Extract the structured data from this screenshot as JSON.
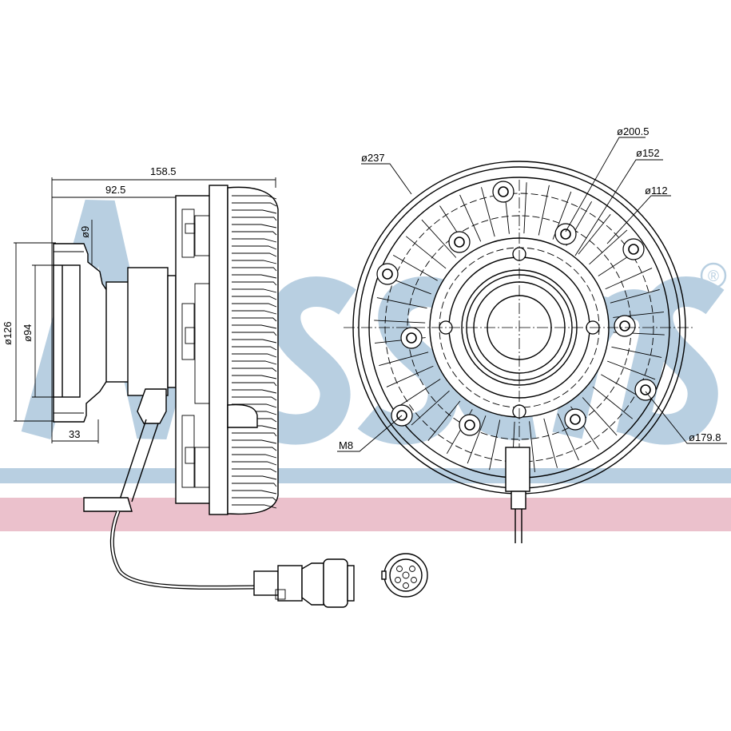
{
  "watermark": {
    "brand": "Nissens",
    "registered_mark": "®",
    "blue": "#b8cfe1",
    "pink": "#ebc1cc"
  },
  "dimensions": {
    "overall_length": "158.5",
    "hub_length": "92.5",
    "bolt_hole_dia": "ø9",
    "flange_dia": "ø126",
    "pilot_dia": "ø94",
    "flange_depth": "33",
    "outer_dia": "ø237",
    "dia_200": "ø200.5",
    "dia_152": "ø152",
    "dia_112": "ø112",
    "thread": "M8",
    "bolt_circle_dia": "ø179.8"
  }
}
